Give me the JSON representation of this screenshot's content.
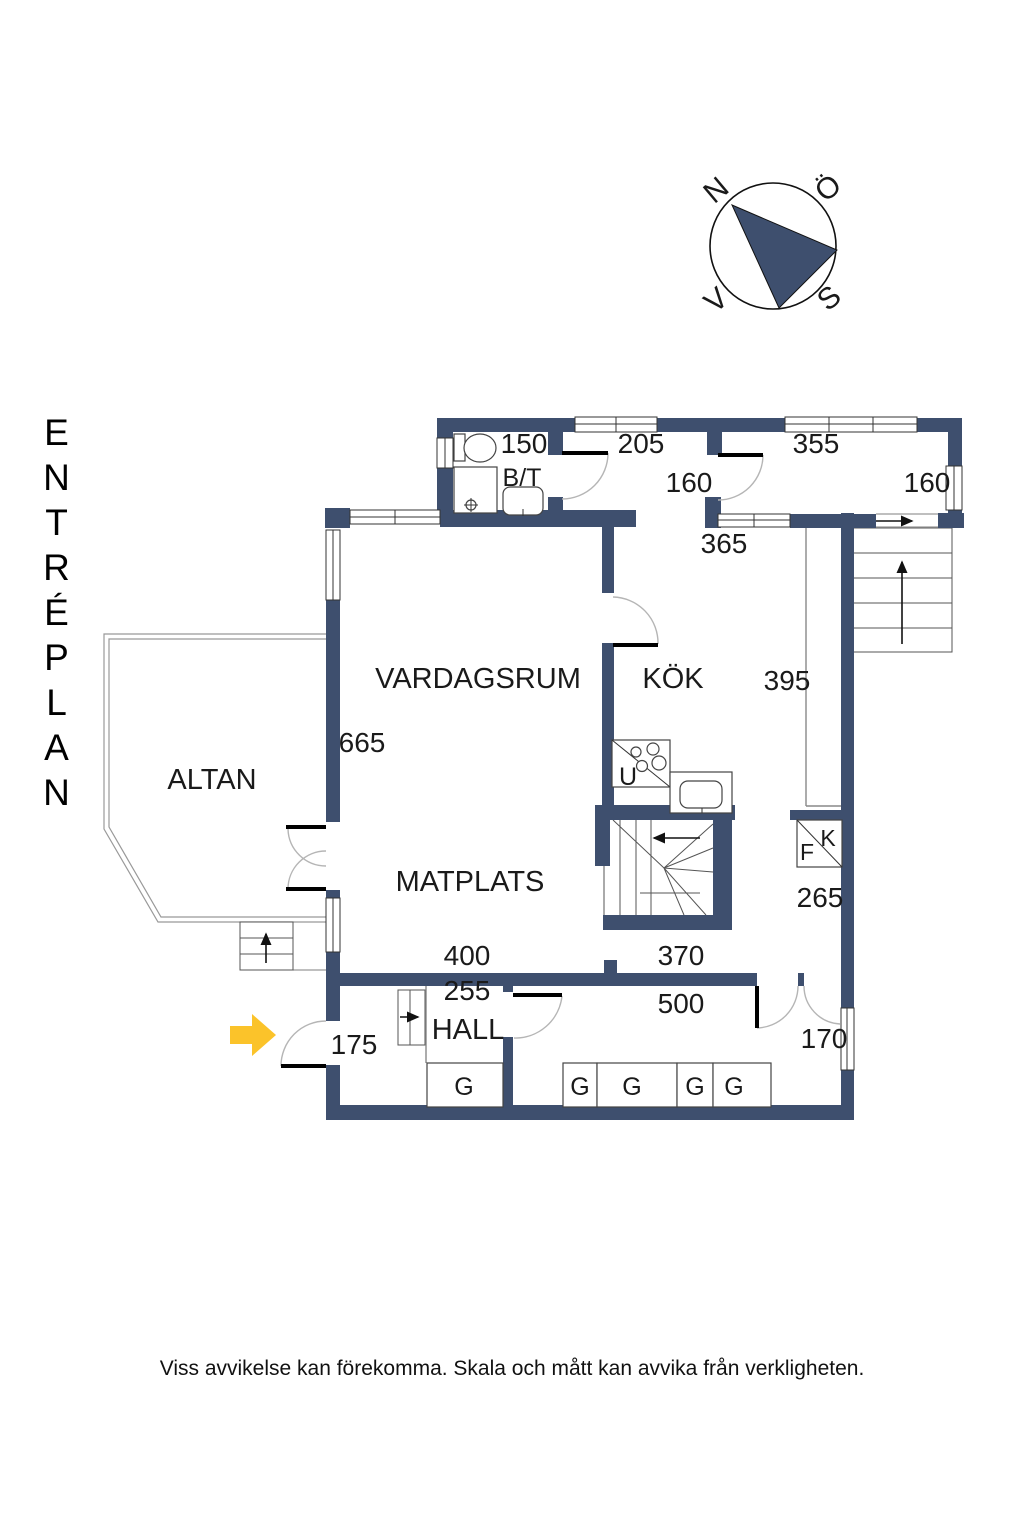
{
  "title": {
    "vertical": "ENTRÉPLAN"
  },
  "footer": {
    "disclaimer": "Viss avvikelse kan förekomma. Skala och mått kan avvika från verkligheten."
  },
  "compass": {
    "north": "N",
    "east": "Ö",
    "south": "S",
    "west": "V"
  },
  "rooms": {
    "vardagsrum": "VARDAGSRUM",
    "kok": "KÖK",
    "matplats": "MATPLATS",
    "hall": "HALL",
    "altan": "ALTAN"
  },
  "labels": {
    "bath_bt": "B/T",
    "oven_u": "U",
    "fridge_k": "K",
    "freezer_f": "F",
    "wardrobe_g": "G"
  },
  "measurements": {
    "w150": "150",
    "w205": "205",
    "w355": "355",
    "w160_left": "160",
    "w160_right": "160",
    "w365": "365",
    "w665": "665",
    "w395": "395",
    "w265": "265",
    "w400": "400",
    "w255": "255",
    "w370": "370",
    "w500": "500",
    "w175": "175",
    "w170": "170"
  },
  "colors": {
    "wall": "#3E4F6E",
    "entry_arrow": "#FBC32A"
  }
}
